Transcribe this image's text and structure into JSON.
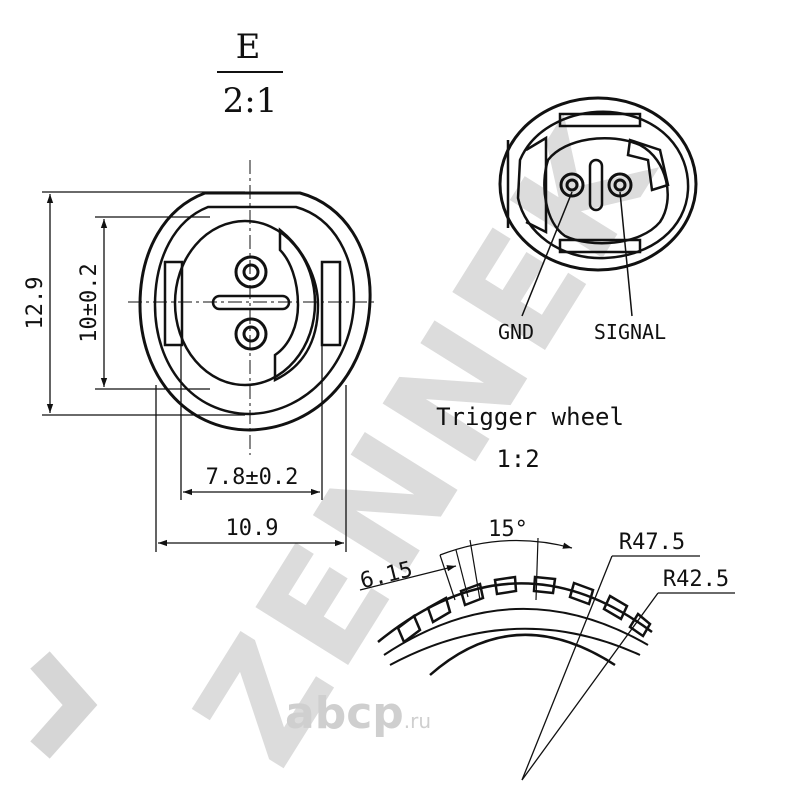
{
  "connector_view": {
    "view_letter": "E",
    "view_scale": "2:1",
    "dim_height": "12.9",
    "dim_inner_height": "10±0.2",
    "dim_inner_width": "7.8±0.2",
    "dim_width": "10.9"
  },
  "connector_iso": {
    "gnd_label": "GND",
    "signal_label": "SIGNAL"
  },
  "trigger_wheel": {
    "title": "Trigger wheel",
    "scale": "1:2",
    "tooth_width": "6.15",
    "angle": "15°",
    "outer_radius": "R47.5",
    "inner_radius": "R42.5"
  },
  "watermark": {
    "brand": "ZENNEK",
    "site": "abcp",
    "site_suffix": ".ru"
  }
}
